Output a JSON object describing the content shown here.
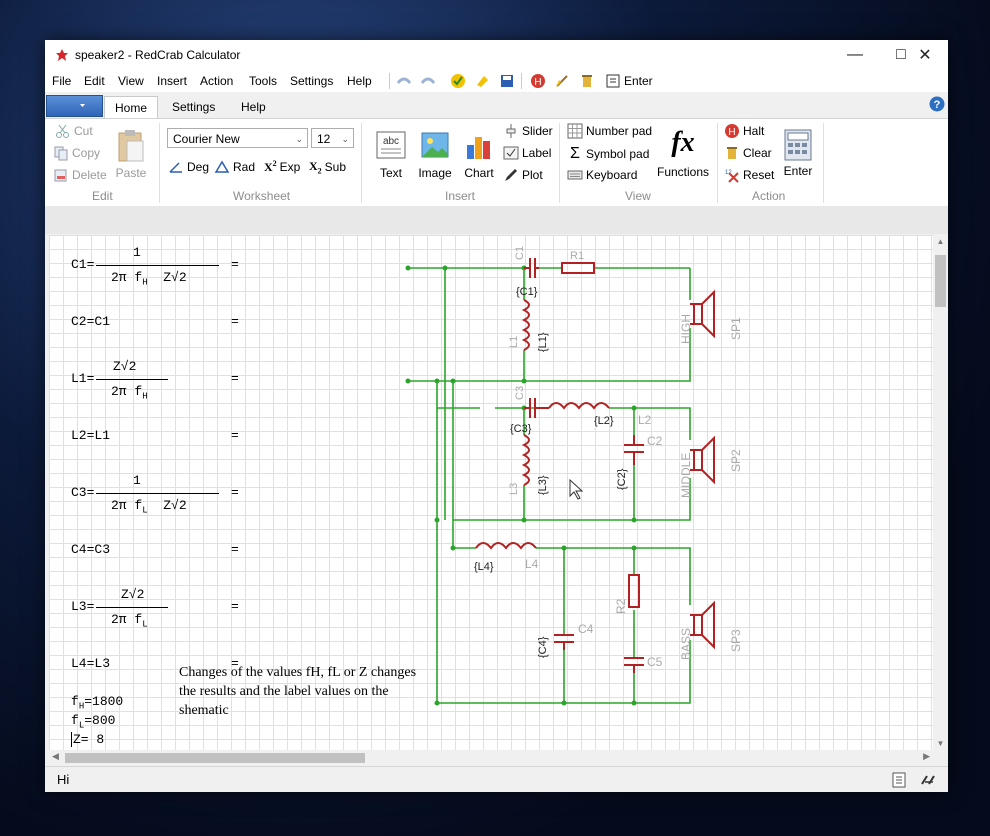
{
  "window": {
    "title": "speaker2 - RedCrab Calculator"
  },
  "menu": [
    "File",
    "Edit",
    "View",
    "Insert",
    "Action",
    "Tools",
    "Settings",
    "Help"
  ],
  "quick_enter_label": "Enter",
  "tabs": [
    "Home",
    "Settings",
    "Help"
  ],
  "ribbon": {
    "edit": {
      "cut": "Cut",
      "copy": "Copy",
      "delete": "Delete",
      "paste": "Paste",
      "group": "Edit"
    },
    "worksheet": {
      "font": "Courier New",
      "size": "12",
      "deg": "Deg",
      "rad": "Rad",
      "exp": "Exp",
      "sub": "Sub",
      "group": "Worksheet"
    },
    "insert": {
      "text": "Text",
      "image": "Image",
      "chart": "Chart",
      "slider": "Slider",
      "label": "Label",
      "plot": "Plot",
      "group": "Insert"
    },
    "view": {
      "number_pad": "Number pad",
      "symbol_pad": "Symbol pad",
      "keyboard": "Keyboard",
      "functions": "Functions",
      "group": "View"
    },
    "action": {
      "halt": "Halt",
      "clear": "Clear",
      "reset": "Reset",
      "enter": "Enter",
      "group": "Action"
    }
  },
  "worksheet": {
    "c1": {
      "lhs": "C1=",
      "num": "1",
      "den": "2π f",
      "den_sub": "H",
      "den2": "Z√2",
      "eq": "="
    },
    "c2": {
      "text": "C2=C1",
      "eq": "="
    },
    "l1": {
      "lhs": "L1=",
      "num": "Z√2",
      "den": "2π f",
      "den_sub": "H",
      "eq": "="
    },
    "l2": {
      "text": "L2=L1",
      "eq": "="
    },
    "c3": {
      "lhs": "C3=",
      "num": "1",
      "den": "2π f",
      "den_sub": "L",
      "den2": "Z√2",
      "eq": "="
    },
    "c4": {
      "text": "C4=C3",
      "eq": "="
    },
    "l3": {
      "lhs": "L3=",
      "num": "Z√2",
      "den": "2π f",
      "den_sub": "L",
      "eq": "="
    },
    "l4": {
      "text": "L4=L3",
      "eq": "="
    },
    "fh": {
      "name": "f",
      "sub": "H",
      "rest": "=1800"
    },
    "fl": {
      "name": "f",
      "sub": "L",
      "rest": "=800"
    },
    "z": {
      "text": "Z= 8"
    },
    "note": "Changes of the values fH, fL or Z changes the results and the label values on the shematic"
  },
  "schematic": {
    "labels": {
      "c1": "C1",
      "c1v": "{C1}",
      "r1": "R1",
      "l1": "L1",
      "l1v": "{L1}",
      "high": "HIGH",
      "sp1": "SP1",
      "c3": "C3",
      "c3v": "{C3}",
      "l2v": "{L2}",
      "l2": "L2",
      "c2": "C2",
      "c2v": "{C2}",
      "middle": "MIDDLE",
      "sp2": "SP2",
      "l3": "L3",
      "l3v": "{L3}",
      "l4v": "{L4}",
      "l4": "L4",
      "r2": "R2",
      "c4": "C4",
      "c4v": "{C4}",
      "c5": "C5",
      "bass": "BASS",
      "sp3": "SP3"
    },
    "colors": {
      "wire": "#2aa52a",
      "part": "#b22222",
      "label": "#aaaaaa",
      "ref": "#222222"
    }
  },
  "status": {
    "text": "Hi"
  }
}
